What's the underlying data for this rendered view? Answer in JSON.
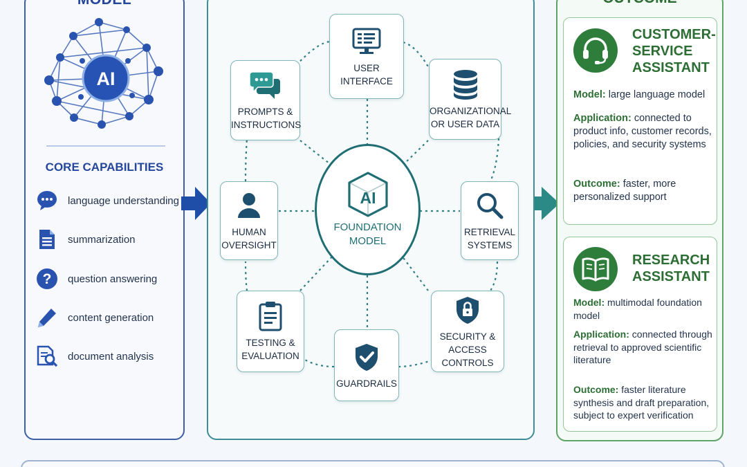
{
  "left": {
    "title": "MODEL",
    "center_badge": "AI",
    "capabilities_title": "CORE CAPABILITIES",
    "capabilities": [
      {
        "icon": "chat-bubble-icon",
        "label": "language understanding"
      },
      {
        "icon": "document-icon",
        "label": "summarization"
      },
      {
        "icon": "question-icon",
        "label": "question answering"
      },
      {
        "icon": "pencil-icon",
        "label": "content generation"
      },
      {
        "icon": "document-search-icon",
        "label": "document analysis"
      }
    ]
  },
  "center": {
    "hub_badge": "AI",
    "hub_label": "FOUNDATION MODEL",
    "nodes": {
      "user_interface": {
        "icon": "monitor-icon",
        "label": "USER INTERFACE"
      },
      "prompts": {
        "icon": "chat-bubbles-icon",
        "label": "PROMPTS & INSTRUCTIONS"
      },
      "org_data": {
        "icon": "database-icon",
        "label": "ORGANIZATIONAL OR USER DATA"
      },
      "human_oversight": {
        "icon": "person-icon",
        "label": "HUMAN OVERSIGHT"
      },
      "retrieval": {
        "icon": "magnifier-icon",
        "label": "RETRIEVAL SYSTEMS"
      },
      "testing": {
        "icon": "clipboard-icon",
        "label": "TESTING & EVALUATION"
      },
      "guardrails": {
        "icon": "shield-check-icon",
        "label": "GUARDRAILS"
      },
      "security": {
        "icon": "shield-lock-icon",
        "label": "SECURITY & ACCESS CONTROLS"
      }
    }
  },
  "right": {
    "title": "OUTCOME",
    "cards": [
      {
        "icon": "headset-icon",
        "title": "CUSTOMER-SERVICE ASSISTANT",
        "model_key": "Model:",
        "model_val": "large language model",
        "app_key": "Application:",
        "app_val": "connected to product info, customer records, policies, and security systems",
        "outcome_key": "Outcome:",
        "outcome_val": "faster, more personalized support"
      },
      {
        "icon": "book-icon",
        "title": "RESEARCH ASSISTANT",
        "model_key": "Model:",
        "model_val": "multimodal foundation model",
        "app_key": "Application:",
        "app_val": "connected through retrieval to approved scientific literature",
        "outcome_key": "Outcome:",
        "outcome_val": "faster literature synthesis and draft preparation, subject to expert verification"
      }
    ]
  },
  "colors": {
    "blue_accent": "#24479b",
    "teal_accent": "#1f6e74",
    "green_accent": "#2c6e34"
  }
}
